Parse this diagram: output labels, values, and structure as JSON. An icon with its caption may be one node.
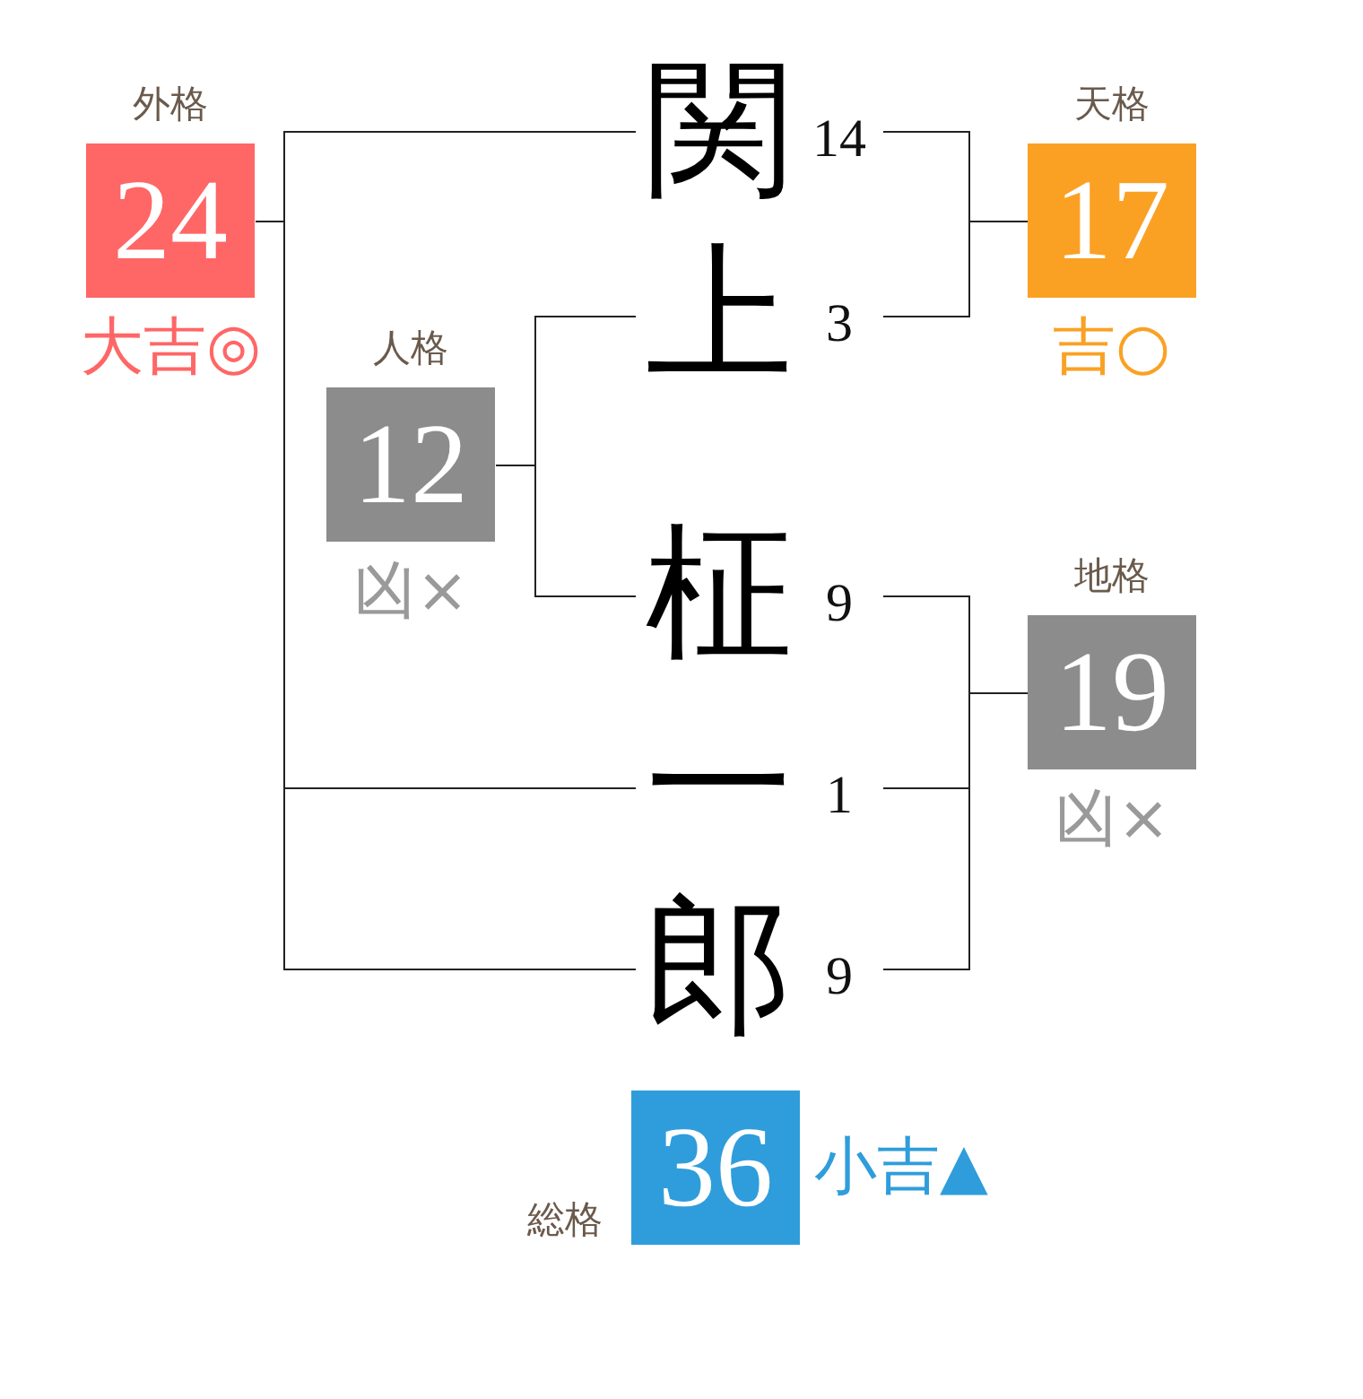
{
  "diagram": {
    "nodes": [
      {
        "text": [
          "外格",
          "24"
        ],
        "beside": [
          "大吉◎"
        ]
      },
      {
        "text": [
          "関"
        ],
        "beside": [
          "14"
        ]
      },
      {
        "text": [
          "天格",
          "17"
        ],
        "beside": [
          "吉○"
        ]
      },
      {
        "text": [
          "上"
        ],
        "beside": [
          "3"
        ]
      },
      {
        "text": [
          "人格",
          "12"
        ],
        "beside": [
          "凶×"
        ]
      },
      {
        "text": [
          "柾"
        ],
        "beside": [
          "9"
        ]
      },
      {
        "text": [
          "地格",
          "19"
        ],
        "beside": [
          "凶×"
        ]
      },
      {
        "text": [
          "一"
        ],
        "beside": [
          "1"
        ]
      },
      {
        "text": [
          "郎"
        ],
        "beside": [
          "9"
        ]
      },
      {
        "text": [
          "総格",
          "36"
        ],
        "beside": [
          "小吉▲"
        ]
      }
    ],
    "edges": [
      {
        "from": 0,
        "to": 1,
        "arrow": "none"
      },
      {
        "from": 0,
        "to": 7,
        "arrow": "none"
      },
      {
        "from": 0,
        "to": 8,
        "arrow": "none"
      },
      {
        "from": 1,
        "to": 2,
        "arrow": "none"
      },
      {
        "from": 3,
        "to": 2,
        "arrow": "none"
      },
      {
        "from": 4,
        "to": 3,
        "arrow": "none"
      },
      {
        "from": 4,
        "to": 5,
        "arrow": "none"
      },
      {
        "from": 5,
        "to": 6,
        "arrow": "none"
      },
      {
        "from": 7,
        "to": 6,
        "arrow": "none"
      },
      {
        "from": 8,
        "to": 6,
        "arrow": "none"
      }
    ]
  }
}
